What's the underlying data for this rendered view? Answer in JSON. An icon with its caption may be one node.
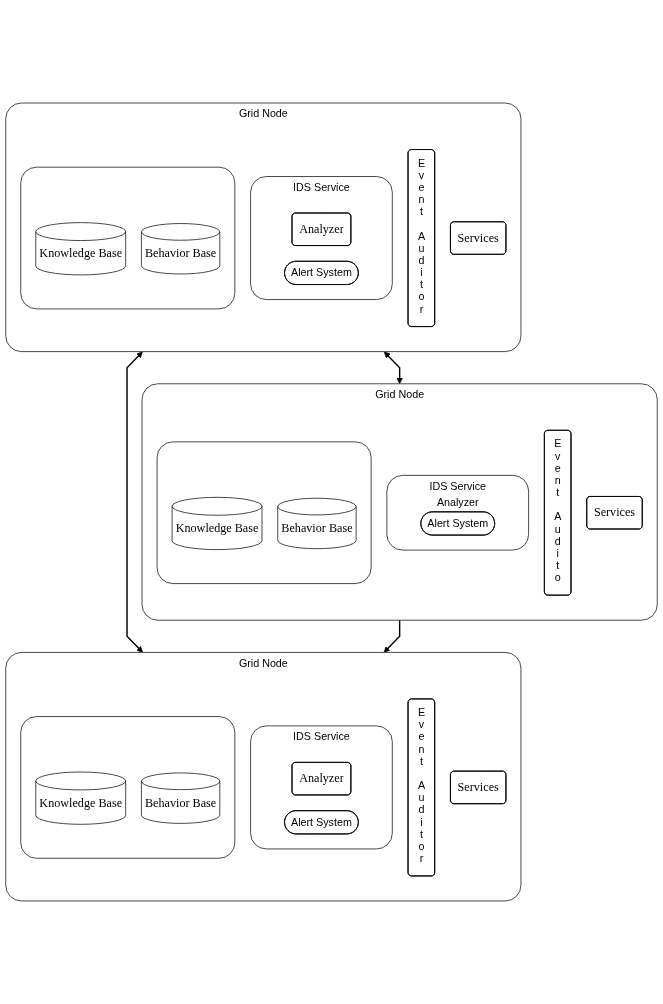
{
  "diagram": {
    "nodes": [
      {
        "text": [
          "Grid Node"
        ]
      },
      {
        "text": [
          "Event Auditor"
        ],
        "in": 0
      },
      {
        "text": [
          "Services"
        ],
        "in": 0
      },
      {
        "text": [
          "IDS Service"
        ],
        "in": 0
      },
      {
        "text": [
          "Analyzer"
        ],
        "in": 3
      },
      {
        "text": [
          "Alert System"
        ],
        "in": 3
      },
      {
        "text": [],
        "shape": "box",
        "in": 0
      },
      {
        "text": [
          "Knowledge Base"
        ],
        "in": 6
      },
      {
        "text": [
          "Behavior Base"
        ],
        "in": 6
      },
      {
        "text": [
          "Grid Node"
        ]
      },
      {
        "text": [
          "Event Auditor"
        ],
        "in": 9
      },
      {
        "text": [
          "Services"
        ],
        "in": 9
      },
      {
        "text": [
          "IDS Service"
        ],
        "in": 9
      },
      {
        "text": [
          "Analyzer"
        ],
        "in": 12
      },
      {
        "text": [
          "Alert System"
        ],
        "in": 12
      },
      {
        "text": [],
        "shape": "box",
        "in": 9
      },
      {
        "text": [
          "Knowledge Base"
        ],
        "in": 15
      },
      {
        "text": [
          "Behavior Base"
        ],
        "in": 15
      },
      {
        "text": [
          "Grid Node"
        ]
      },
      {
        "text": [
          "Event Audito"
        ],
        "in": 18
      },
      {
        "text": [
          "Services"
        ],
        "in": 18
      },
      {
        "text": [
          "IDS Service",
          "Analyzer"
        ],
        "in": 18
      },
      {
        "text": [
          "Alert System"
        ],
        "in": 21
      },
      {
        "text": [],
        "shape": "box",
        "in": 18
      },
      {
        "text": [
          "Knowledge Base"
        ],
        "in": 23
      },
      {
        "text": [
          "Behavior Base"
        ],
        "in": 23
      }
    ],
    "edges": [
      {
        "from": 0,
        "to": 9,
        "arrow": "both"
      },
      {
        "from": 0,
        "to": 18,
        "arrow": "both"
      },
      {
        "from": 18,
        "to": 9,
        "arrow": "to"
      }
    ]
  }
}
